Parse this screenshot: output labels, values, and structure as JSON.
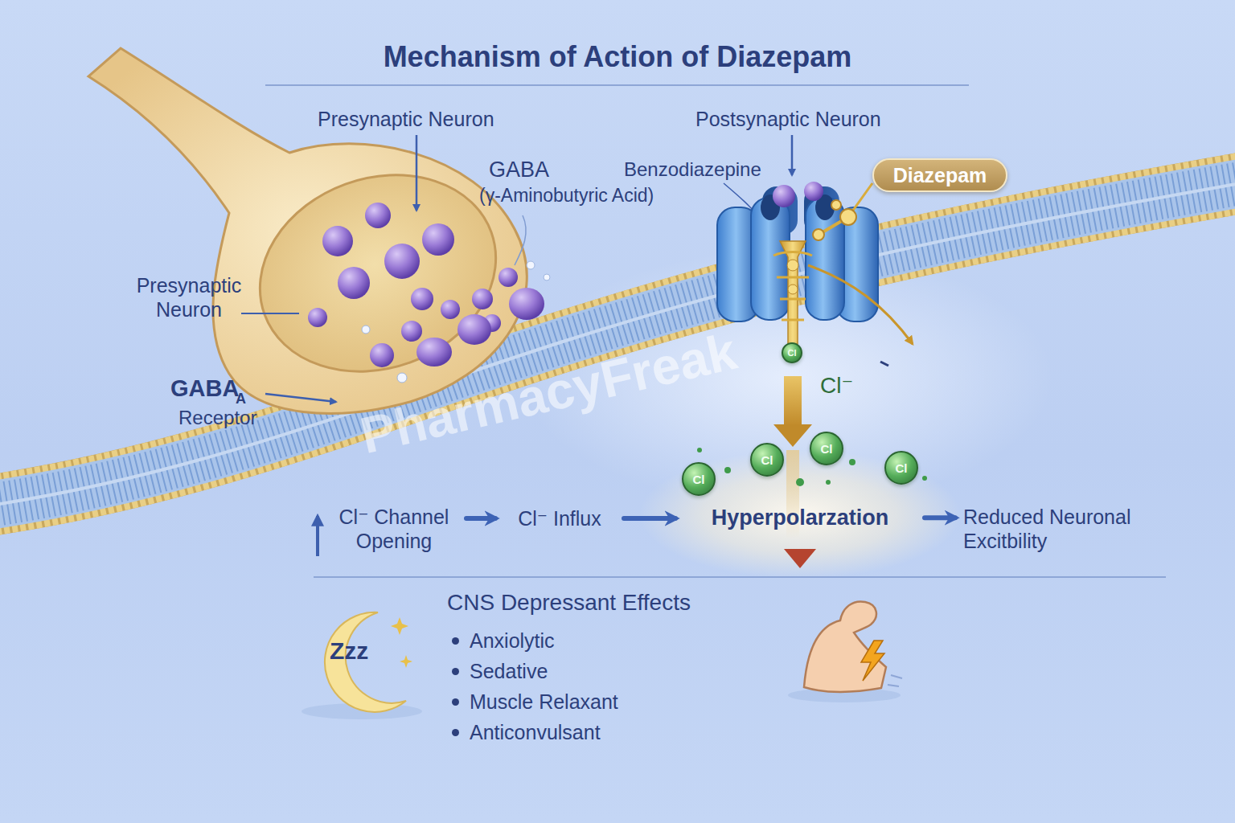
{
  "diagram": {
    "title": "Mechanism of Action of Diazepam",
    "nodes": [
      {
        "text": [
          "Diazepam"
        ]
      },
      {
        "text": [
          "Cl"
        ]
      },
      {
        "text": [
          "Cl"
        ]
      },
      {
        "text": [
          "Cl"
        ]
      },
      {
        "text": [
          "Cl"
        ]
      },
      {
        "text": [
          "Cl"
        ]
      },
      {
        "text": [
          "Cl⁻ Channel Opening"
        ]
      },
      {
        "text": [
          "Cl⁻ Influx"
        ]
      },
      {
        "text": [
          "Hyperpolarzation"
        ]
      },
      {
        "text": [
          "Reduced Neuronal Excitbility"
        ]
      }
    ],
    "edges": [
      {
        "from": 6,
        "to": 7,
        "arrow": "to"
      },
      {
        "from": 7,
        "to": 8,
        "arrow": "to"
      },
      {
        "from": 8,
        "to": 9,
        "arrow": "to"
      }
    ],
    "labels": [
      "Presynaptic Neuron",
      "GABA",
      "(γ-Aminobutyric Acid)",
      "Postsynaptic Neuron",
      "Benzodiazepine",
      "Presynaptic Neuron",
      "GABA",
      "A",
      "Receptor",
      "Cl⁻",
      "PharmacyFreak",
      "Zzz",
      "CNS Depressant Effects",
      "Anxiolytic",
      "Sedative",
      "Muscle Relaxant",
      "Anticonvulsant"
    ]
  }
}
